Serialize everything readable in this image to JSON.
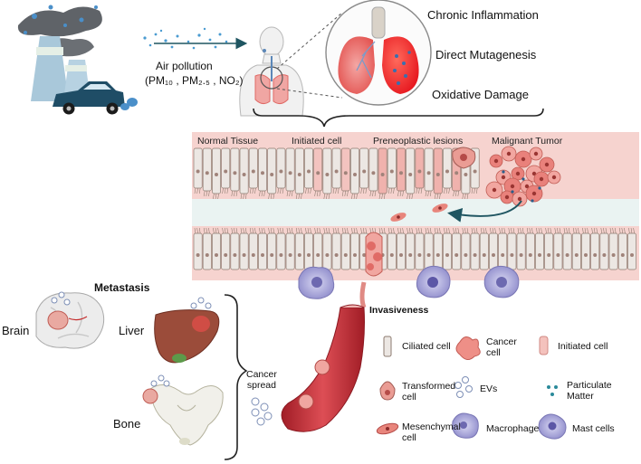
{
  "pollution": {
    "title": "Air pollution",
    "formula": "(PM₁₀ , PM₂.₅ , NO₂)"
  },
  "effects": [
    "Chronic Inflammation",
    "Direct Mutagenesis",
    "Oxidative Damage"
  ],
  "stages": [
    "Normal Tissue",
    "Initiated cell",
    "Preneoplastic lesions",
    "Malignant Tumor"
  ],
  "metastasis": {
    "title": "Metastasis",
    "organs": [
      "Brain",
      "Liver",
      "Bone"
    ],
    "spread": "Cancer\nspread"
  },
  "invasiveness": "Invasiveness",
  "legend": [
    {
      "label": "Ciliated cell"
    },
    {
      "label": "Cancer\ncell"
    },
    {
      "label": "Initiated cell"
    },
    {
      "label": "Transformed\ncell"
    },
    {
      "label": "EVs"
    },
    {
      "label": "Particulate\nMatter"
    },
    {
      "label": "Mesenchymal\ncell"
    },
    {
      "label": "Macrophage"
    },
    {
      "label": "Mast cells"
    }
  ],
  "colors": {
    "tissue_bg": "#f6d3cf",
    "cell_fill": "#ece7e3",
    "cell_stroke": "#8d7b70",
    "tumor": "#e9817b",
    "vessel": "#c9343d",
    "liver": "#9b4c3a",
    "macrophage": "#a8a6d8",
    "arrow": "#1f5561"
  }
}
